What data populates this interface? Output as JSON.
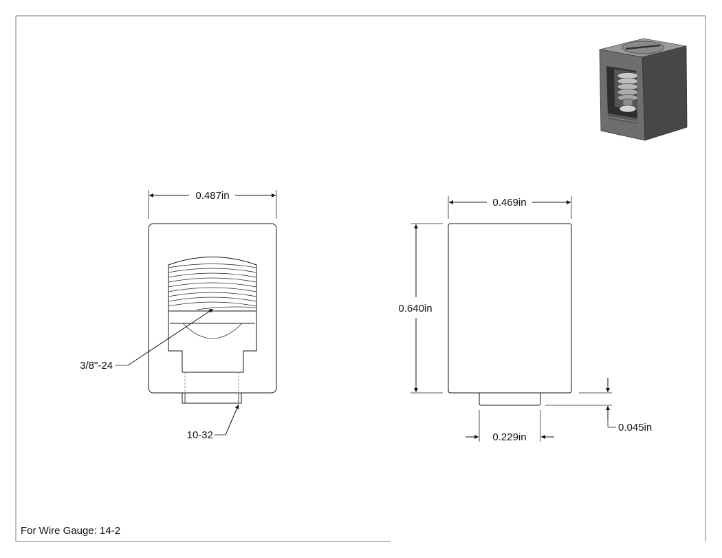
{
  "dimensions": {
    "front_width": "0.487in",
    "side_width": "0.469in",
    "side_height": "0.640in",
    "stud_width": "0.229in",
    "stud_height": "0.045in"
  },
  "callouts": {
    "thread_large": "3/8\"-24",
    "thread_small": "10-32"
  },
  "note": {
    "wire_gauge": "For Wire Gauge: 14-2"
  },
  "colors": {
    "line": "#111111",
    "frame": "#777777",
    "iso_dark": "#4a4a4a",
    "iso_mid": "#6e6e6e",
    "iso_light": "#b9b9b9"
  }
}
